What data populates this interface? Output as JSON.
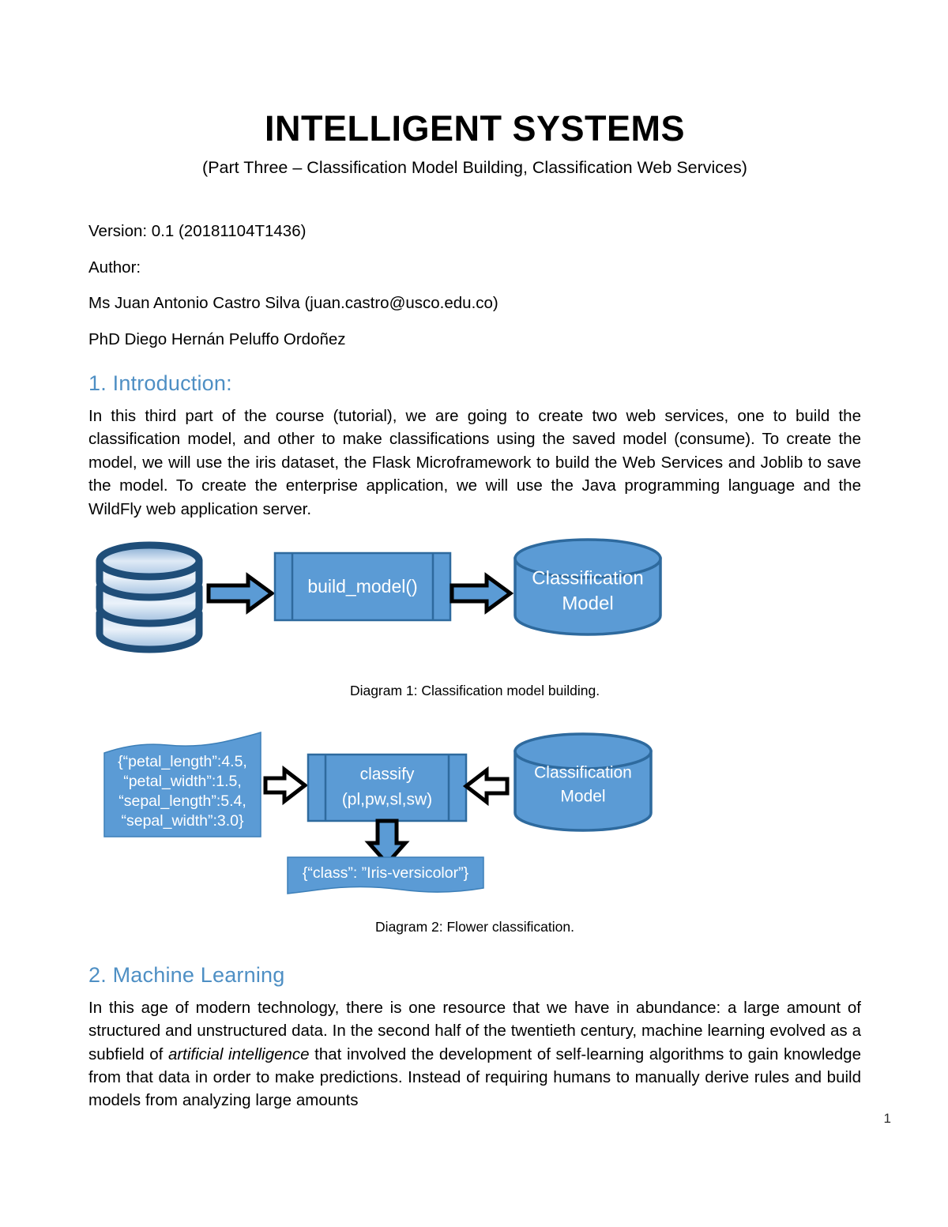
{
  "document": {
    "title": "INTELLIGENT SYSTEMS",
    "subtitle": "(Part Three – Classification Model Building, Classification Web Services)",
    "version_line": "Version: 0.1 (20181104T1436)",
    "author_label": "Author:",
    "author_1": "Ms Juan Antonio Castro Silva (juan.castro@usco.edu.co)",
    "author_2": "PhD Diego Hernán Peluffo Ordoñez",
    "page_number": "1"
  },
  "colors": {
    "heading_blue": "#4E8FC4",
    "shape_fill": "#5B9BD5",
    "shape_stroke": "#2E6A9E",
    "db_outline": "#1F4E79",
    "arrow_stroke": "#000000",
    "text_black": "#000000",
    "shape_text": "#FFFFFF"
  },
  "sections": [
    {
      "heading": "1. Introduction:",
      "paragraph": "In this third part of the course (tutorial), we are going to create two web services, one to build the classification model, and other to make classifications using the saved model (consume). To create the model, we will use the iris dataset, the Flask Microframework to build the Web Services and Joblib to save the model. To create the enterprise application, we will use the Java programming language and the WildFly web application server."
    },
    {
      "heading": "2. Machine Learning",
      "paragraph_part_1": "In this age of modern technology, there is one resource that we have in abundance: a large amount of structured and unstructured data. In the second half of the twentieth century, machine learning evolved as a subfield of ",
      "paragraph_emphasis": "artificial intelligence",
      "paragraph_part_2": " that involved the development of self-learning algorithms to gain knowledge from that data in order to make predictions. Instead of requiring humans to manually derive rules and build models from analyzing large amounts"
    }
  ],
  "diagram1": {
    "caption": "Diagram 1: Classification model building.",
    "database_icon": "database-cylinder-icon",
    "process_label": "build_model()",
    "output_label_line_1": "Classification",
    "output_label_line_2": "Model",
    "arrow_1": "right-block-arrow",
    "arrow_2": "right-block-arrow"
  },
  "diagram2": {
    "caption": "Diagram 2: Flower classification.",
    "input_lines": [
      "{“petal_length”:4.5,",
      "“petal_width”:1.5,",
      "“sepal_length”:5.4,",
      "“sepal_width”:3.0}"
    ],
    "process_line_1": "classify",
    "process_line_2": "(pl,pw,sl,sw)",
    "model_line_1": "Classification",
    "model_line_2": "Model",
    "output_text": "{“class”: ”Iris-versicolor”}",
    "arrow_in": "right-block-arrow",
    "arrow_model": "left-block-arrow",
    "arrow_out": "down-block-arrow"
  }
}
